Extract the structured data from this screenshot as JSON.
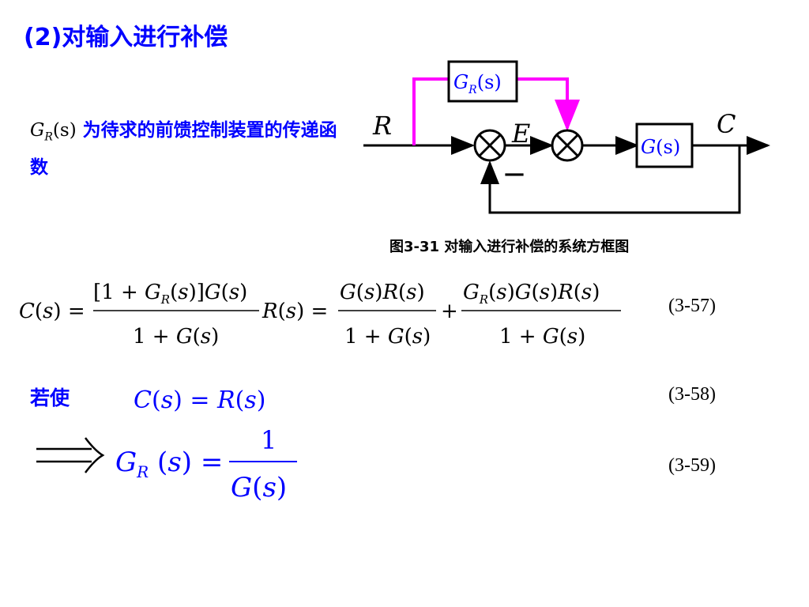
{
  "title": "(2)对输入进行补偿",
  "description": {
    "symbol": "G",
    "symbol_sub": "R",
    "symbol_arg": "(s)",
    "text": " 为待求的前馈控制装置的传递函数"
  },
  "diagram": {
    "input_label": "R",
    "output_label": "C",
    "error_label": "E",
    "minus_sign": "—",
    "feedforward_block": {
      "name": "G",
      "sub": "R",
      "arg": "(s)"
    },
    "plant_block": {
      "name": "G",
      "arg": "(s)"
    },
    "feedforward_color": "#ff00ff"
  },
  "caption": "图3-31 对输入进行补偿的系统方框图",
  "equations": [
    {
      "number": "(3-57)"
    },
    {
      "number": "(3-58)",
      "prefix": "若使"
    },
    {
      "number": "(3-59)"
    }
  ],
  "accent_color": "#0000ff"
}
